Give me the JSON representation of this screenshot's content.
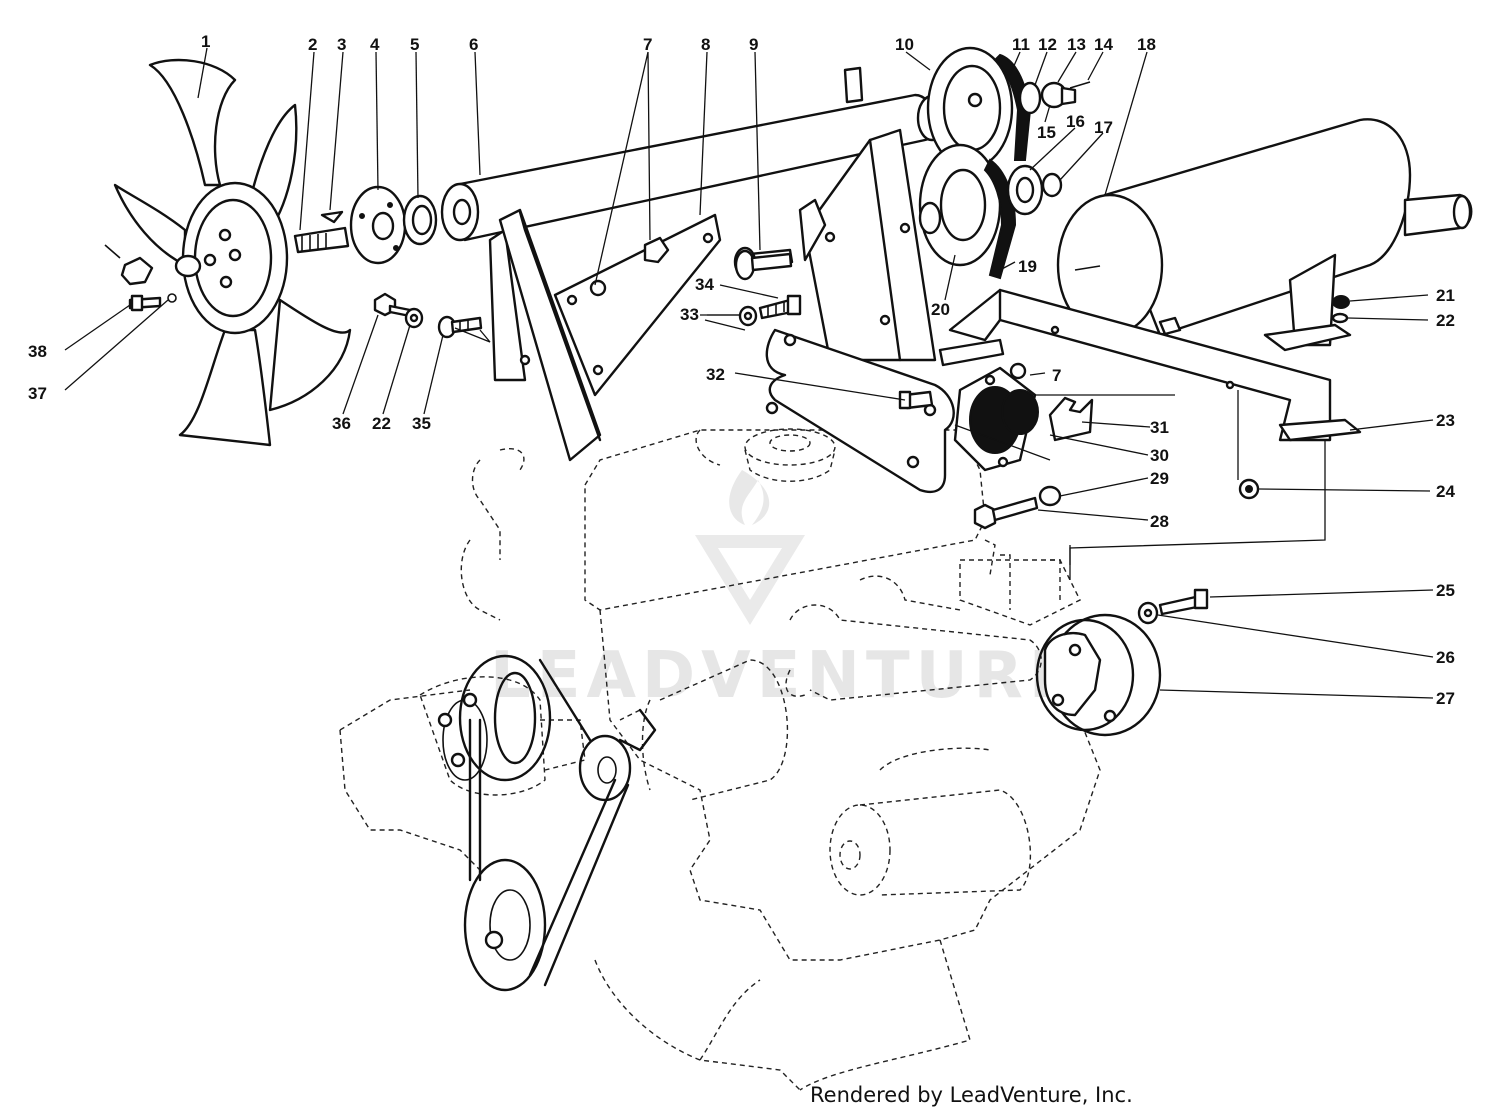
{
  "watermark": "LEADVENTURE",
  "credit": "Rendered by LeadVenture, Inc.",
  "callouts": [
    "1",
    "2",
    "3",
    "4",
    "5",
    "6",
    "7",
    "8",
    "9",
    "10",
    "11",
    "12",
    "13",
    "14",
    "18",
    "15",
    "16",
    "17",
    "19",
    "20",
    "34",
    "33",
    "32",
    "7",
    "31",
    "21",
    "22",
    "23",
    "30",
    "29",
    "24",
    "28",
    "25",
    "26",
    "27",
    "38",
    "37",
    "36",
    "22",
    "35"
  ]
}
